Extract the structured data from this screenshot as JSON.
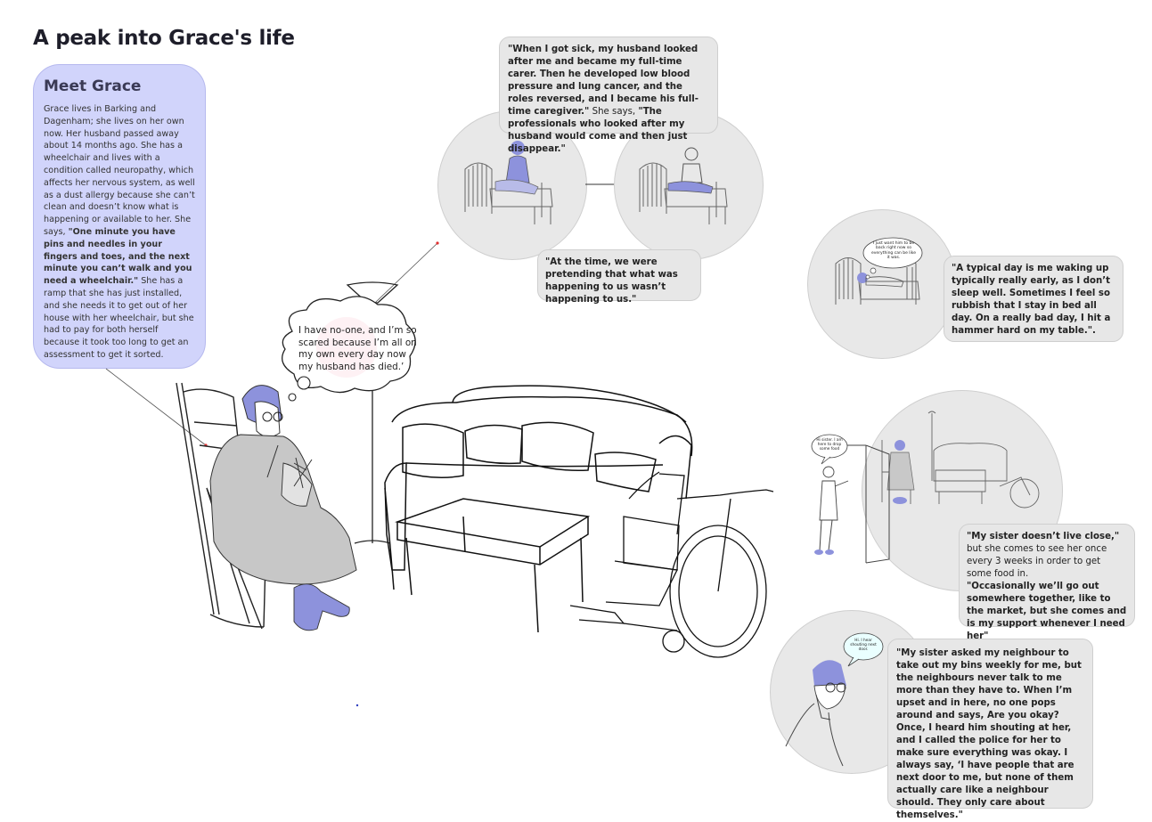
{
  "title": "A peak into Grace's life",
  "meet": {
    "heading": "Meet Grace",
    "text1": "Grace lives in Barking and Dagenham; she lives on her own now. Her husband passed away about 14 months ago. She has a wheelchair and lives with a condition called neuropathy, which affects her nervous system, as well as a dust allergy because she can’t clean and doesn’t know what is happening or available to her. She says, ",
    "bold1": "\"One minute you have pins and needles in your fingers and toes, and the next minute you can’t walk and you need a wheelchair.\"",
    "text2": " She has a ramp that she has just installed, and she needs it to get out of her house with her wheelchair, but she had to pay for both herself because it took too long to get an assessment to get it sorted."
  },
  "thought": "I have no-one, and I’m so scared because I’m all on my own every day now my husband has died.’",
  "carer": {
    "bold1": "\"When I got sick, my husband looked after me and became my full-time carer. Then he developed low blood pressure and lung cancer, and the roles reversed, and I became his full-time caregiver.\"",
    "text1": " She says, ",
    "bold2": "\"The professionals who looked after my husband would come and then just disappear.\""
  },
  "pretending": "\"At the time, we were pretending that what was happening to us wasn’t happening to us.\"",
  "typical_day": {
    "quote": "\"A typical day is me waking up typically really early, as I don’t sleep well. Sometimes I feel so rubbish that I stay in bed all day. On a really bad day, I hit a hammer hard on my table.\".",
    "bubble": "I just want him to be back right now so everything can be like it was."
  },
  "sister": {
    "bubble": "Hi sister. I am here to drop some food",
    "bold1": "\"My sister doesn’t live close,\"",
    "text1": "  but she comes to see her once every 3 weeks in order to get some food in.",
    "bold2": "\"Occasionally we’ll go out somewhere together, like to the market, but she comes and is my support whenever I need her\""
  },
  "neighbour": {
    "bubble": "Hi. I hear shouting next door.",
    "quote": "\"My sister asked my neighbour to take out my bins weekly for me, but the neighbours never talk to me more than they have to. When I’m upset and in here, no one pops around and says, Are you okay? Once, I heard him shouting at her, and I called the police for her to make sure everything was okay. I always say, ‘I have people that are next door to me, but none of them actually care like a neighbour should. They only care about themselves.\""
  },
  "colors": {
    "accent": "#8d92dc",
    "meet_bg": "#d1d4fb",
    "circle_bg": "#e8e8e8",
    "box_bg": "#e7e7e7"
  }
}
